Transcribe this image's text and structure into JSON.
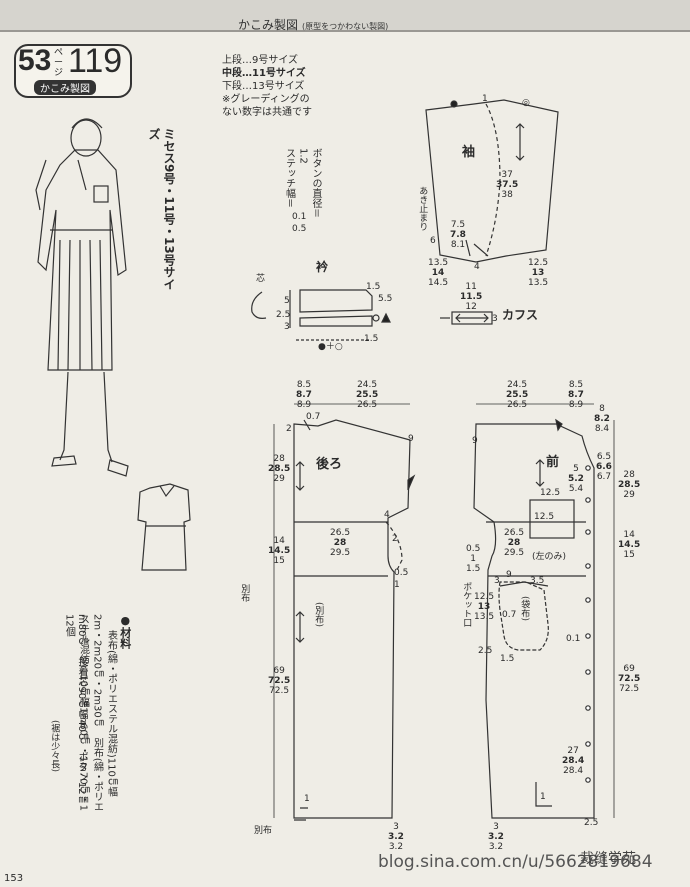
{
  "header": {
    "title": "かこみ製図",
    "subtitle": "(原型をつかわない製図)"
  },
  "page_badge": {
    "page_no": "53",
    "peji": "ページ",
    "item_no": "119",
    "label": "かこみ製図"
  },
  "sizes_vertical": "ミセス9号・11号・13号サイズ",
  "size_note": [
    "上段…9号サイズ",
    "中段…11号サイズ",
    "下段…13号サイズ",
    "※グレーディングの",
    "ない数字は共通です"
  ],
  "button_note": {
    "v1": "ボタンの直径＝1.2",
    "v2": "ステッチ幅＝",
    "vals": [
      "0.1",
      "0.5"
    ]
  },
  "materials": {
    "heading": "●材料",
    "lines": [
      "表布(綿・ポリエステル混紡)110㎝幅",
      "2m・2m20㎝・2m30㎝　別布(綿・ポリエ",
      "ステル混紡)110㎝幅1m60㎝・1m70㎝・1",
      "m80㎝　接着芯90㎝幅40㎝　ボタン12㎜12個",
      "(裾は少々長)"
    ]
  },
  "pieces": {
    "sleeve": "袖",
    "collar": "衿",
    "cuff": "カフス",
    "back": "後ろ",
    "front": "前",
    "akidomari": "あき止まり",
    "shin": "芯",
    "bettsu": "別布",
    "bettsu_paren": "(別布)",
    "pocket_v": "ポケット口",
    "pocket_paren": "(袋布)",
    "left_only": "(左のみ)"
  },
  "sleeve_dims": {
    "top": "1",
    "top2": "◎",
    "h": [
      "37",
      "37.5",
      "38"
    ],
    "hem_l": [
      "13.5",
      "14",
      "14.5"
    ],
    "hem_r": [
      "12.5",
      "13",
      "13.5"
    ],
    "slit": [
      "7.5",
      "7.8",
      "8.1"
    ],
    "s6": "6",
    "s4": "4"
  },
  "cuff_dims": {
    "w": [
      "11",
      "11.5",
      "12"
    ],
    "h": "3"
  },
  "collar_dims": {
    "a": "1.5",
    "b": "5.5",
    "c": "5",
    "d": "2.5",
    "e": "3",
    "f": "1.5",
    "g": "●＋○"
  },
  "back_dims": {
    "top": [
      "8.5",
      "8.7",
      "8.9"
    ],
    "topw": [
      "24.5",
      "25.5",
      "26.5"
    ],
    "neck": "2",
    "neck2": "0.7",
    "shoulder": "9",
    "side": [
      "28",
      "28.5",
      "29"
    ],
    "waist": [
      "26.5",
      "28",
      "29.5"
    ],
    "armhole": "4",
    "armhole2": "2",
    "yoke": [
      "14",
      "14.5",
      "15"
    ],
    "yoke2": "0.5",
    "yoke3": "1",
    "len": [
      "69",
      "72.5",
      "72.5"
    ],
    "hem": [
      "3",
      "3.2",
      "3.2"
    ],
    "hemnote": "1"
  },
  "front_dims": {
    "topw": [
      "24.5",
      "25.5",
      "26.5"
    ],
    "top": [
      "8.5",
      "8.7",
      "8.9"
    ],
    "neck": [
      "8",
      "8.2",
      "8.4"
    ],
    "n65": [
      "6.5",
      "6.6",
      "6.7"
    ],
    "n5": [
      "5",
      "5.2",
      "5.4"
    ],
    "side": [
      "28",
      "28.5",
      "29"
    ],
    "pocket": "12.5",
    "pocket2": "12.5",
    "shoulder": "9",
    "waist": [
      "26.5",
      "28",
      "29.5"
    ],
    "yoke": [
      "14",
      "14.5",
      "15"
    ],
    "p05": [
      "0.5",
      "1",
      "1.5"
    ],
    "p125": [
      "12.5",
      "13",
      "13.5"
    ],
    "p3": "3",
    "p35": "3.5",
    "p9": "9",
    "p07": "0.7",
    "p25": "2.5",
    "p15": "1.5",
    "p01": "0.1",
    "len": [
      "69",
      "72.5",
      "72.5"
    ],
    "len2": [
      "27",
      "28.4",
      "28.4"
    ],
    "hem": [
      "3",
      "3.2",
      "3.2"
    ],
    "hem2": "2.5",
    "hem3": "1"
  },
  "footer": {
    "page": "153",
    "watermark": "blog.sina.com.cn/u/5662819684",
    "brand": "裁缝学苑"
  }
}
